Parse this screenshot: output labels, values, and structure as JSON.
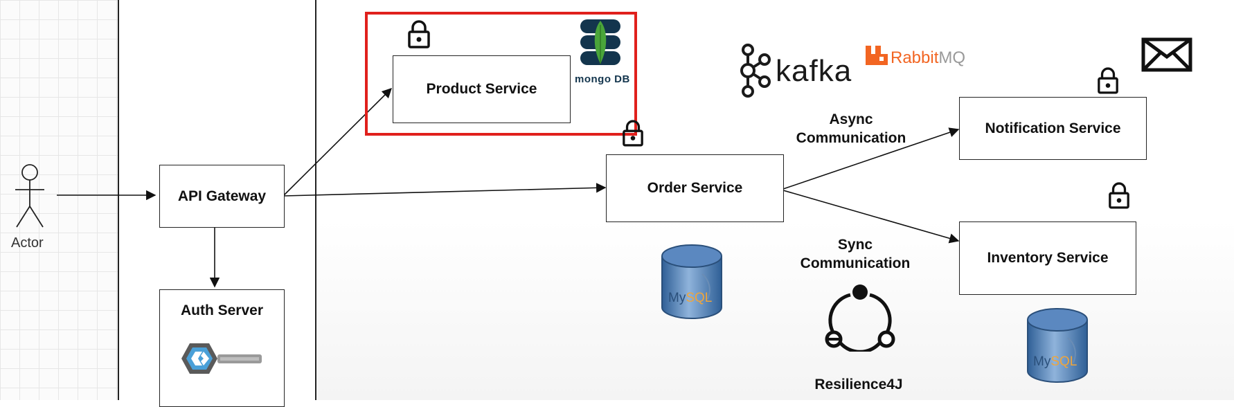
{
  "actor": {
    "label": "Actor"
  },
  "services": {
    "api_gateway": "API Gateway",
    "auth_server": "Auth Server",
    "product_service": "Product Service",
    "order_service": "Order Service",
    "notification_service": "Notification Service",
    "inventory_service": "Inventory Service"
  },
  "communication": {
    "async_line1": "Async",
    "async_line2": "Communication",
    "sync_line1": "Sync",
    "sync_line2": "Communication"
  },
  "resilience": {
    "label": "Resilience4J"
  },
  "logos": {
    "kafka": "kafka",
    "rabbit": "Rabbit",
    "rabbit_mq": "MQ",
    "mongo": "mongo DB",
    "mysql_my": "My",
    "mysql_sql": "SQL"
  },
  "colors": {
    "highlight": "#e0201c",
    "mongo_green": "#4aa53a",
    "mongo_blue": "#13354d",
    "rabbit_orange": "#f26522",
    "mysql_blue": "#3d6fa8",
    "keycloak_blue": "#4aa0d8"
  }
}
